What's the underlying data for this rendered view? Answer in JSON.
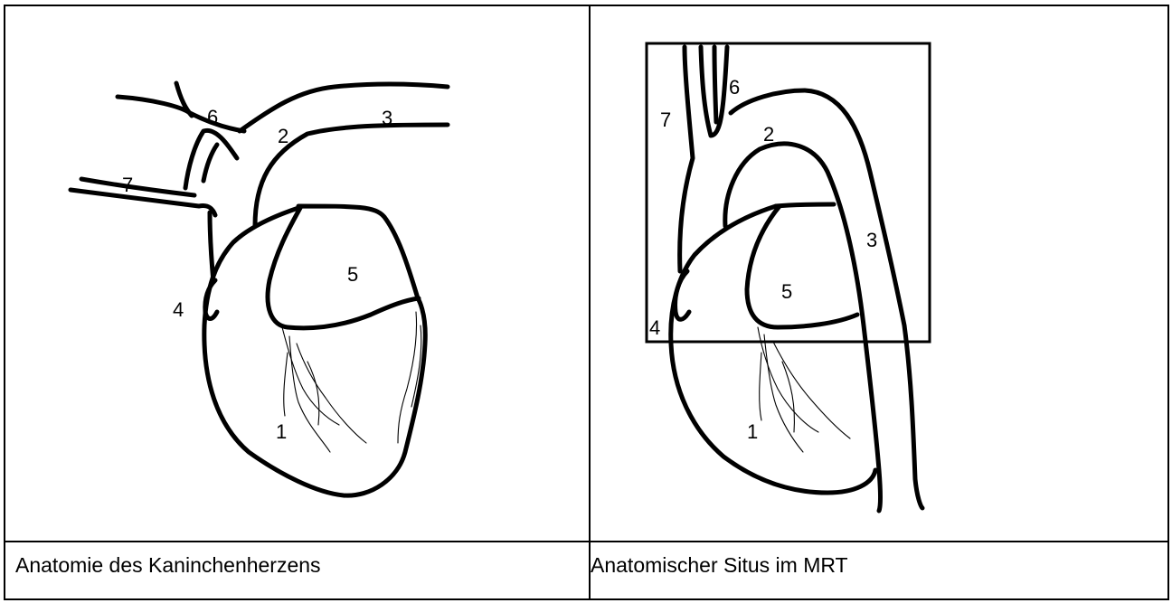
{
  "captions": {
    "left": "Anatomie des Kaninchenherzens",
    "right": "Anatomischer Situs im MRT"
  },
  "left_panel": {
    "labels": [
      "1",
      "2",
      "3",
      "4",
      "5",
      "6",
      "7"
    ]
  },
  "right_panel": {
    "labels": [
      "1",
      "2",
      "3",
      "4",
      "5",
      "6",
      "7"
    ]
  }
}
